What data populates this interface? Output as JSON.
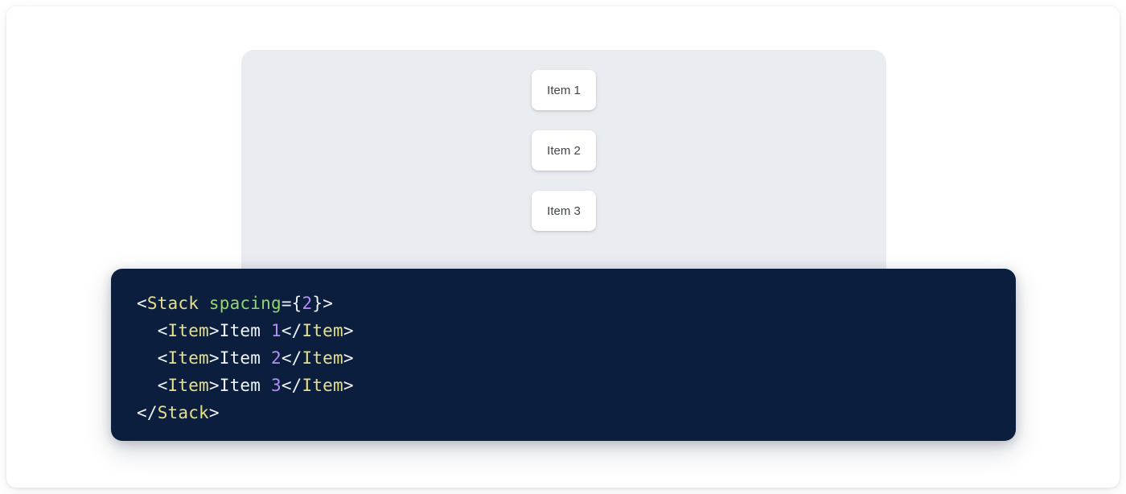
{
  "preview": {
    "component": "Stack",
    "items": [
      {
        "label": "Item 1"
      },
      {
        "label": "Item 2"
      },
      {
        "label": "Item 3"
      }
    ]
  },
  "code": {
    "language": "jsx",
    "lines": [
      {
        "indent": "",
        "tokens": [
          {
            "t": "<",
            "k": "punct"
          },
          {
            "t": "Stack",
            "k": "tag"
          },
          {
            "t": " ",
            "k": "punct"
          },
          {
            "t": "spacing",
            "k": "attr"
          },
          {
            "t": "=",
            "k": "punct"
          },
          {
            "t": "{",
            "k": "punct"
          },
          {
            "t": "2",
            "k": "num"
          },
          {
            "t": "}",
            "k": "punct"
          },
          {
            "t": ">",
            "k": "punct"
          }
        ]
      },
      {
        "indent": "  ",
        "tokens": [
          {
            "t": "<",
            "k": "punct"
          },
          {
            "t": "Item",
            "k": "tag"
          },
          {
            "t": ">",
            "k": "punct"
          },
          {
            "t": "Item ",
            "k": "text"
          },
          {
            "t": "1",
            "k": "num"
          },
          {
            "t": "</",
            "k": "punct"
          },
          {
            "t": "Item",
            "k": "tag"
          },
          {
            "t": ">",
            "k": "punct"
          }
        ]
      },
      {
        "indent": "  ",
        "tokens": [
          {
            "t": "<",
            "k": "punct"
          },
          {
            "t": "Item",
            "k": "tag"
          },
          {
            "t": ">",
            "k": "punct"
          },
          {
            "t": "Item ",
            "k": "text"
          },
          {
            "t": "2",
            "k": "num"
          },
          {
            "t": "</",
            "k": "punct"
          },
          {
            "t": "Item",
            "k": "tag"
          },
          {
            "t": ">",
            "k": "punct"
          }
        ]
      },
      {
        "indent": "  ",
        "tokens": [
          {
            "t": "<",
            "k": "punct"
          },
          {
            "t": "Item",
            "k": "tag"
          },
          {
            "t": ">",
            "k": "punct"
          },
          {
            "t": "Item ",
            "k": "text"
          },
          {
            "t": "3",
            "k": "num"
          },
          {
            "t": "</",
            "k": "punct"
          },
          {
            "t": "Item",
            "k": "tag"
          },
          {
            "t": ">",
            "k": "punct"
          }
        ]
      },
      {
        "indent": "",
        "tokens": [
          {
            "t": "</",
            "k": "punct"
          },
          {
            "t": "Stack",
            "k": "tag"
          },
          {
            "t": ">",
            "k": "punct"
          }
        ]
      }
    ]
  },
  "colors": {
    "page_background": "#ffffff",
    "preview_background": "#e9ecf1",
    "item_background": "#ffffff",
    "item_text": "#414549",
    "code_background": "#0c1e3d",
    "code_punct": "#eef2f8",
    "code_tag": "#e6e08a",
    "code_attr": "#8fd86b",
    "code_number": "#b48ef7",
    "code_text": "#f2f5fa"
  }
}
